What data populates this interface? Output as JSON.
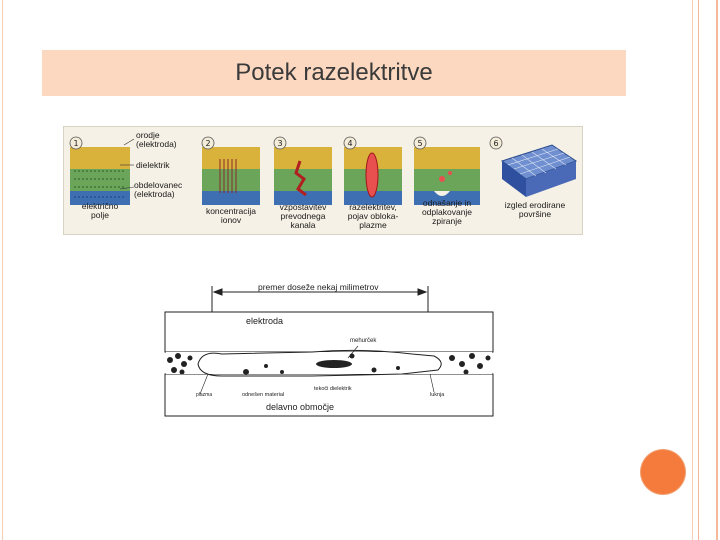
{
  "slide": {
    "title": "Potek razelektritve",
    "colors": {
      "title_bar": "#fbd8bf",
      "frame": "#f5b89a",
      "accent_circle": "#f47b3c"
    }
  },
  "figure_strip": {
    "steps": [
      "1",
      "2",
      "3",
      "4",
      "5",
      "6"
    ],
    "labels": {
      "tool": "orodje\n(elektroda)",
      "dielectric": "dielektrik",
      "workpiece": "obdelovanec\n(elektroda)",
      "electric_field": "električno\npolje",
      "ion_concentration": "koncentracija\nionov",
      "channel": "vzpostavitev\nprevodnega\nkanala",
      "discharge": "razelektritev,\npojav obloka-\nplazme",
      "removal": "odnašanje in\nodplakovanje\nzpiranje",
      "surface": "izgled erodirane\npovršine"
    }
  },
  "figure_detail": {
    "labels": {
      "diameter": "premer doseže nekaj milimetrov",
      "electrode": "elektroda",
      "bubbles": "mehurček",
      "plasma": "plazma",
      "removed_material": "odnešen material",
      "liquid_dielectric": "tekoči dielektrik",
      "crater": "luknja",
      "active_zone": "delavno območje"
    }
  }
}
